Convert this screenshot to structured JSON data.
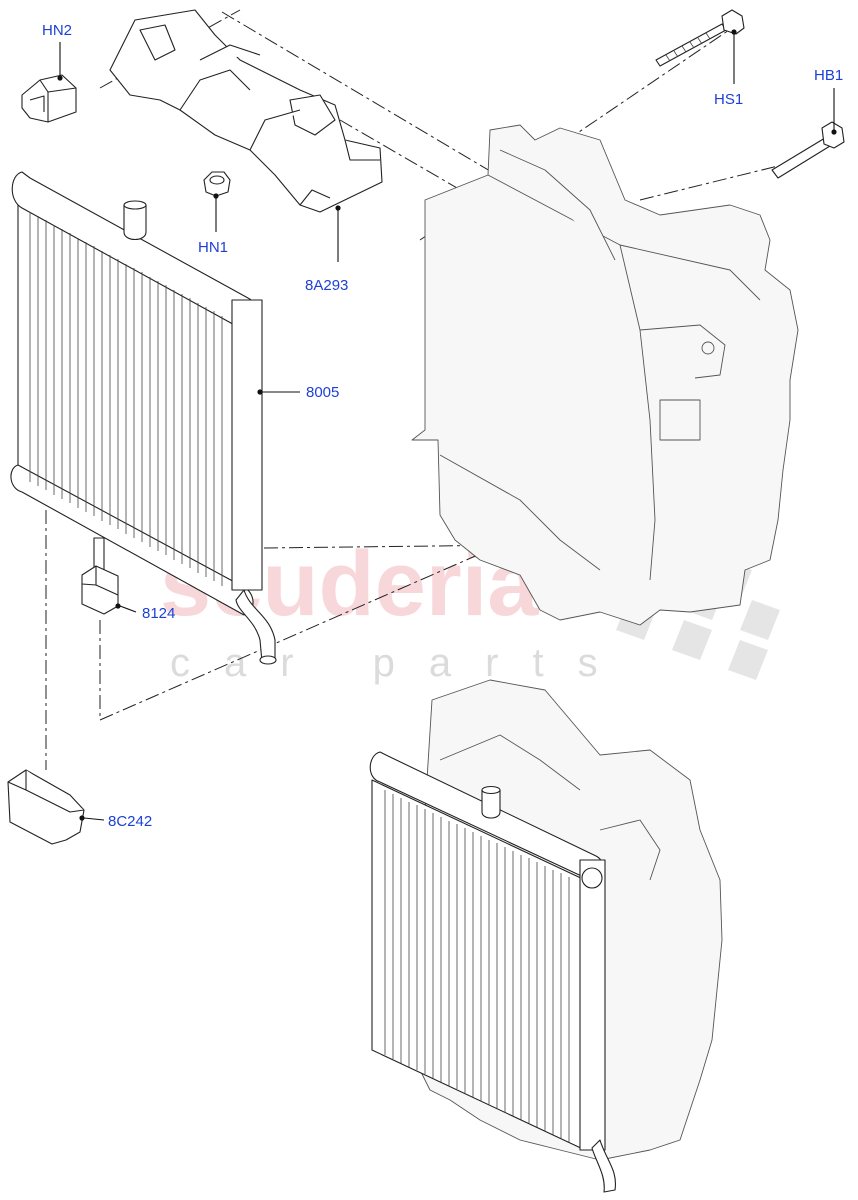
{
  "labels": {
    "hn2": "HN2",
    "hn1": "HN1",
    "a293": "8A293",
    "hs1": "HS1",
    "hb1": "HB1",
    "p8005": "8005",
    "p8124": "8124",
    "c242": "8C242"
  },
  "watermark": {
    "brand": "scuderia",
    "tagline": "car parts"
  },
  "colors": {
    "label": "#1d3fd8",
    "watermark_brand": "#f2b8bd",
    "watermark_tagline": "#d0d0d0"
  }
}
